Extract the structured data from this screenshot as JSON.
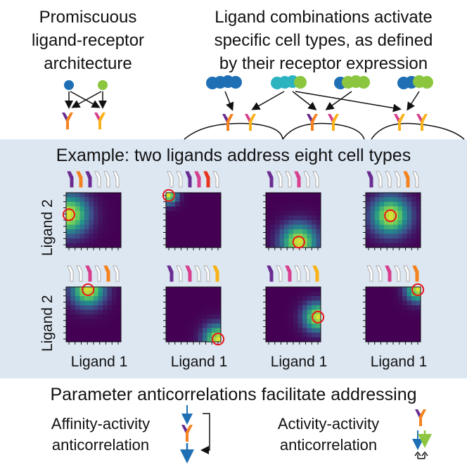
{
  "top": {
    "left_title": "Promiscuous\nligand-receptor\narchitecture",
    "right_title": "Ligand combinations activate\nspecific cell types, as defined\nby their receptor expression"
  },
  "example": {
    "title": "Example: two ligands address eight cell types",
    "y_label": "Ligand 2",
    "x_label": "Ligand 1"
  },
  "params": {
    "title": "Parameter anticorrelations facilitate addressing",
    "affinity_label": "Affinity-activity\nanticorrelation",
    "activity_label": "Activity-activity\nanticorrelation"
  },
  "colors": {
    "receptor_purple": "#6a2c91",
    "receptor_orange": "#f58220",
    "receptor_pink": "#d6408f",
    "receptor_yellow": "#f9b21b",
    "receptor_red": "#e8341c",
    "receptor_gray": "#c8c8c8",
    "ligand_blue": "#1f6fb5",
    "ligand_green": "#8cc63f",
    "ligand_teal": "#2bb3c0",
    "highlight_circle": "#e8141c",
    "panel_background": "#dde7f2"
  },
  "heatmaps": [
    {
      "active": [
        "p",
        "o",
        "p",
        "g",
        "g",
        "g"
      ],
      "peak": [
        0.05,
        0.4
      ],
      "spread": 0.42
    },
    {
      "active": [
        "g",
        "g",
        "p",
        "pk",
        "r",
        "g"
      ],
      "peak": [
        0.05,
        0.05
      ],
      "spread": 0.18
    },
    {
      "active": [
        "p",
        "g",
        "g",
        "pk",
        "g",
        "g"
      ],
      "peak": [
        0.6,
        0.9
      ],
      "spread": 0.38
    },
    {
      "active": [
        "p",
        "g",
        "g",
        "g",
        "o",
        "g"
      ],
      "peak": [
        0.45,
        0.42
      ],
      "spread": 0.4
    },
    {
      "active": [
        "g",
        "g",
        "pk",
        "g",
        "o",
        "g"
      ],
      "peak": [
        0.4,
        0.05
      ],
      "spread": 0.35
    },
    {
      "active": [
        "p",
        "g",
        "pk",
        "g",
        "g",
        "y"
      ],
      "peak": [
        0.95,
        0.95
      ],
      "spread": 0.3
    },
    {
      "active": [
        "p",
        "g",
        "pk",
        "g",
        "g",
        "y"
      ],
      "peak": [
        0.95,
        0.55
      ],
      "spread": 0.3
    },
    {
      "active": [
        "g",
        "g",
        "pk",
        "g",
        "g",
        "o"
      ],
      "peak": [
        0.95,
        0.05
      ],
      "spread": 0.25
    }
  ]
}
